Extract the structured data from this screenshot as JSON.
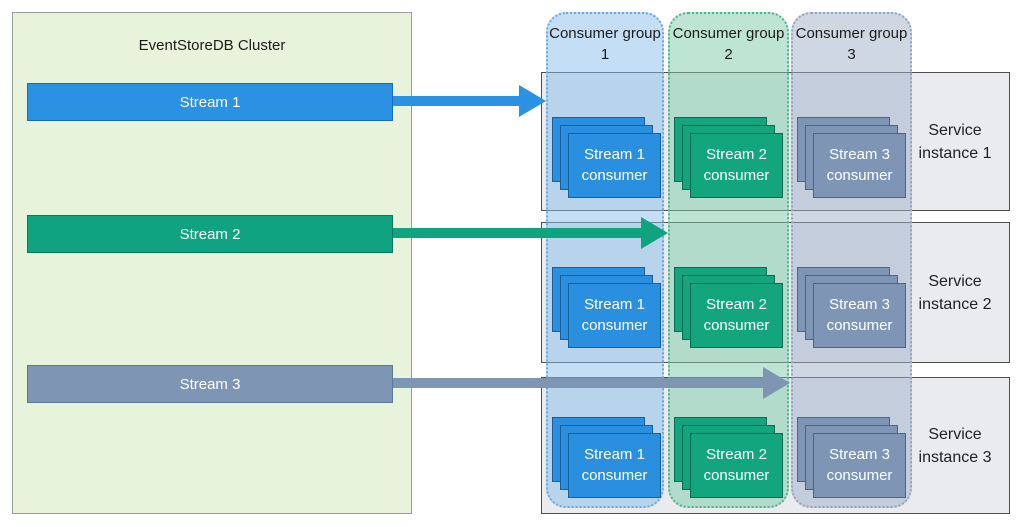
{
  "diagram": {
    "cluster": {
      "title": "EventStoreDB Cluster",
      "streams": [
        {
          "label": "Stream 1",
          "color": "#2b91e3"
        },
        {
          "label": "Stream 2",
          "color": "#10a37f"
        },
        {
          "label": "Stream 3",
          "color": "#7e95b4"
        }
      ]
    },
    "consumer_groups": [
      {
        "label": "Consumer group 1",
        "fill": "#bcdcf5",
        "border": "#6fa8da"
      },
      {
        "label": "Consumer group 2",
        "fill": "#c5e8d8",
        "border": "#55b28c"
      },
      {
        "label": "Consumer group 3",
        "fill": "#d0d8e4",
        "border": "#95a3ba"
      }
    ],
    "service_instances": [
      {
        "label": "Service instance 1"
      },
      {
        "label": "Service instance 2"
      },
      {
        "label": "Service instance 3"
      }
    ],
    "consumers": [
      {
        "label": "Stream 1 consumer",
        "color": "#2b8fe0"
      },
      {
        "label": "Stream 2 consumer",
        "color": "#13a67e"
      },
      {
        "label": "Stream 3 consumer",
        "color": "#7e95b5"
      }
    ],
    "arrows": [
      {
        "from": "Stream 1",
        "to": "Consumer group 1",
        "color": "#2b91e3"
      },
      {
        "from": "Stream 2",
        "to": "Consumer group 2",
        "color": "#10a37f"
      },
      {
        "from": "Stream 3",
        "to": "Consumer group 3",
        "color": "#7e95b4"
      }
    ]
  }
}
